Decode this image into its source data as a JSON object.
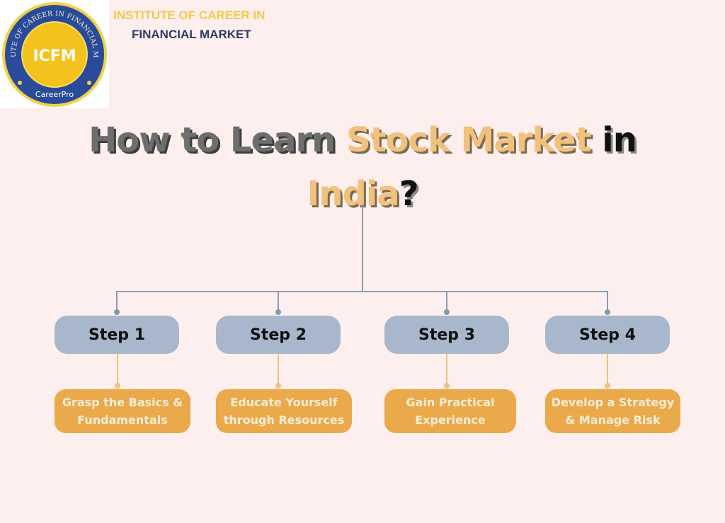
{
  "logo": {
    "ring_text": "INSTITUTE OF CAREER IN FINANCIAL MARKET",
    "center_text": "ICFM",
    "bottom_text": "CareerPro",
    "colors": {
      "ring": "#2a4a9a",
      "center": "#f4c21c",
      "rim": "#f0d14a"
    }
  },
  "brand": {
    "line1": "INSTITUTE OF CAREER IN",
    "line2": "FINANCIAL MARKET"
  },
  "title": {
    "part1": "How to Learn ",
    "part2": "Stock Market",
    "part3": " in",
    "part4": "India",
    "part5": "?"
  },
  "steps": [
    {
      "label": "Step 1",
      "detail_line1": "Grasp the Basics &",
      "detail_line2": "Fundamentals"
    },
    {
      "label": "Step 2",
      "detail_line1": "Educate Yourself",
      "detail_line2": "through Resources"
    },
    {
      "label": "Step 3",
      "detail_line1": "Gain Practical",
      "detail_line2": "Experience"
    },
    {
      "label": "Step 4",
      "detail_line1": "Develop a Strategy",
      "detail_line2": "& Manage Risk"
    }
  ],
  "colors": {
    "background": "#fcefee",
    "step_box": "#a9b7cc",
    "detail_box": "#eaa94a",
    "connector": "#8b9eb0",
    "accent_gold": "#f2c17d"
  }
}
